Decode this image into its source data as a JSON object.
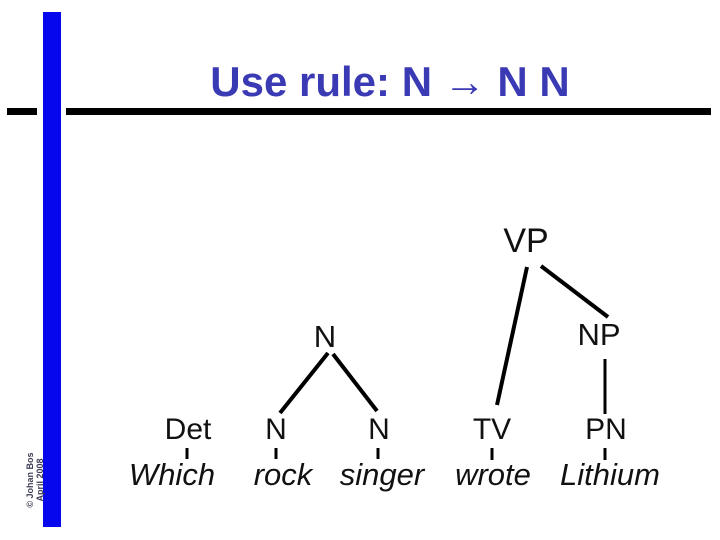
{
  "slide": {
    "title": "Use rule: N → N N",
    "copyright_lines": [
      "© Johan Bos",
      "April 2008"
    ],
    "background": "#ffffff"
  },
  "colors": {
    "title_blue": "#3a3ab4",
    "accent_bar_blue": "#0707ee",
    "line_black": "#000000",
    "copyright_gray": "#3d3d55"
  },
  "tree": {
    "vp": "VP",
    "np": "NP",
    "n_parent": "N",
    "preterminals": [
      "Det",
      "N",
      "N",
      "TV",
      "PN"
    ],
    "terminals": [
      "Which",
      "rock",
      "singer",
      "wrote",
      "Lithium"
    ],
    "edges": [
      {
        "from": "VP",
        "to": "TV"
      },
      {
        "from": "VP",
        "to": "NP"
      },
      {
        "from": "NP",
        "to": "PN"
      },
      {
        "from": "N",
        "to": "N (rock)"
      },
      {
        "from": "N",
        "to": "N (singer)"
      },
      {
        "from": "Det",
        "to": "Which"
      },
      {
        "from": "N",
        "to": "rock"
      },
      {
        "from": "N",
        "to": "singer"
      },
      {
        "from": "TV",
        "to": "wrote"
      },
      {
        "from": "PN",
        "to": "Lithium"
      }
    ]
  }
}
